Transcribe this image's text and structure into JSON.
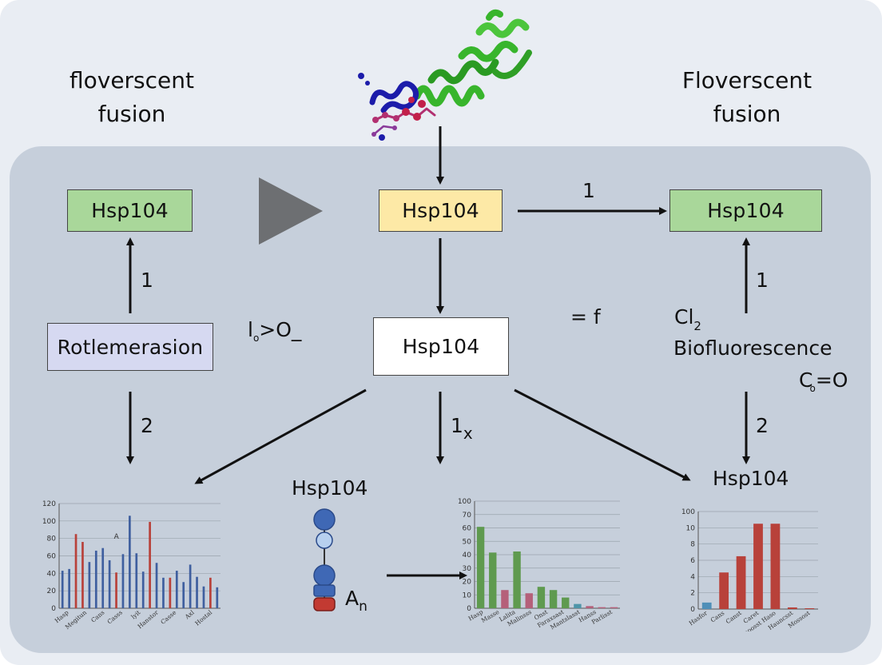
{
  "titles": {
    "left": [
      "floverscent",
      "fusion"
    ],
    "right": [
      "Floverscent",
      "fusion"
    ]
  },
  "boxes": {
    "left_top": "Hsp104",
    "center_top": "Hsp104",
    "right_top": "Hsp104",
    "left_mid": "Rotlemerasion",
    "center_mid": "Hsp104"
  },
  "arrow_labels": {
    "top_right": "1",
    "left_up": "1",
    "right_up": "1",
    "left_down": "2",
    "right_down": "2",
    "center_down": "1",
    "center_down_sub": "x"
  },
  "annotations": {
    "left_formula_a": "l",
    "left_formula_sub": "o",
    "left_formula_b": ">O_",
    "eq": "= f",
    "cl": "Cl",
    "cl_sub": "2",
    "biofluor": "Biofluorescence",
    "co_c": "C",
    "co_sub": "o",
    "co_rest": "=O",
    "bottom_mid_label": "Hsp104",
    "bottom_right_label": "Hsp104",
    "an_a": "A",
    "an_sub": "n"
  },
  "colors": {
    "green_box": "#a9d79a",
    "yellow_box": "#fde9a6",
    "lavender_box": "#d6d9f1",
    "panel": "#c6cfdb",
    "background": "#e9edf3",
    "bar_blue": "#3f5f9f",
    "bar_red": "#b8413a",
    "bar_green": "#5f9a4f",
    "bar_pink": "#b5607a",
    "bar_teal": "#4f95a8",
    "protein_green": "#38b52c",
    "protein_blue": "#1c1caa",
    "protein_magenta": "#b23070"
  },
  "chart_data": [
    {
      "type": "bar",
      "ylim": [
        0,
        120
      ],
      "yticks": [
        "0",
        "20",
        "40",
        "60",
        "80",
        "100",
        "120"
      ],
      "inline_label": "A",
      "categories": [
        "Hasp",
        "Megitun",
        "Cans",
        "Casss",
        "lyit",
        "Hanstor",
        "Casse",
        "Axl",
        "Hostal"
      ],
      "series": [
        {
          "values": [
            43,
            45,
            85,
            76,
            53,
            66,
            69,
            55,
            41,
            62,
            106,
            63,
            42,
            99,
            52,
            35,
            35,
            43,
            30,
            50,
            36,
            25,
            35,
            24
          ]
        }
      ],
      "series_colors": [
        "#3f5f9f",
        "#3f5f9f",
        "#b8413a",
        "#b8413a",
        "#3f5f9f",
        "#3f5f9f",
        "#3f5f9f",
        "#3f5f9f",
        "#b8413a",
        "#3f5f9f",
        "#3f5f9f",
        "#3f5f9f",
        "#3f5f9f",
        "#b8413a",
        "#3f5f9f",
        "#3f5f9f",
        "#b8413a",
        "#3f5f9f",
        "#3f5f9f",
        "#3f5f9f",
        "#3f5f9f",
        "#3f5f9f",
        "#b8413a",
        "#3f5f9f"
      ]
    },
    {
      "type": "bar",
      "ylim": [
        0,
        100
      ],
      "yticks": [
        "0",
        "10",
        "20",
        "30",
        "40",
        "50",
        "60",
        "70",
        "100"
      ],
      "categories": [
        "Hasp",
        "Masse",
        "Lalita",
        "Malinsss",
        "Onst",
        "Faraxsast",
        "Mantslasst",
        "Hanss",
        "Parlisst"
      ],
      "values": [
        76,
        52,
        17,
        53,
        14,
        20,
        17,
        10,
        4,
        2,
        1,
        1
      ],
      "series_colors": [
        "#5f9a4f",
        "#5f9a4f",
        "#b5607a",
        "#5f9a4f",
        "#b5607a",
        "#5f9a4f",
        "#5f9a4f",
        "#5f9a4f",
        "#4f95a8",
        "#b5607a",
        "#b5607a",
        "#b5607a"
      ]
    },
    {
      "type": "bar",
      "ylim": [
        0,
        12
      ],
      "yticks": [
        "0",
        "2",
        "4",
        "6",
        "8",
        "10",
        "100"
      ],
      "categories": [
        "Hasfor",
        "Cans",
        "Canst",
        "Caret",
        "Saoosst Haso",
        "Hauncsst",
        "Mossost"
      ],
      "values": [
        0.8,
        4.5,
        6.5,
        10.5,
        10.5,
        0.2,
        0.1
      ],
      "series_colors": [
        "#4f8fb8",
        "#b8413a",
        "#b8413a",
        "#b8413a",
        "#b8413a",
        "#b8413a",
        "#b8413a"
      ]
    }
  ]
}
